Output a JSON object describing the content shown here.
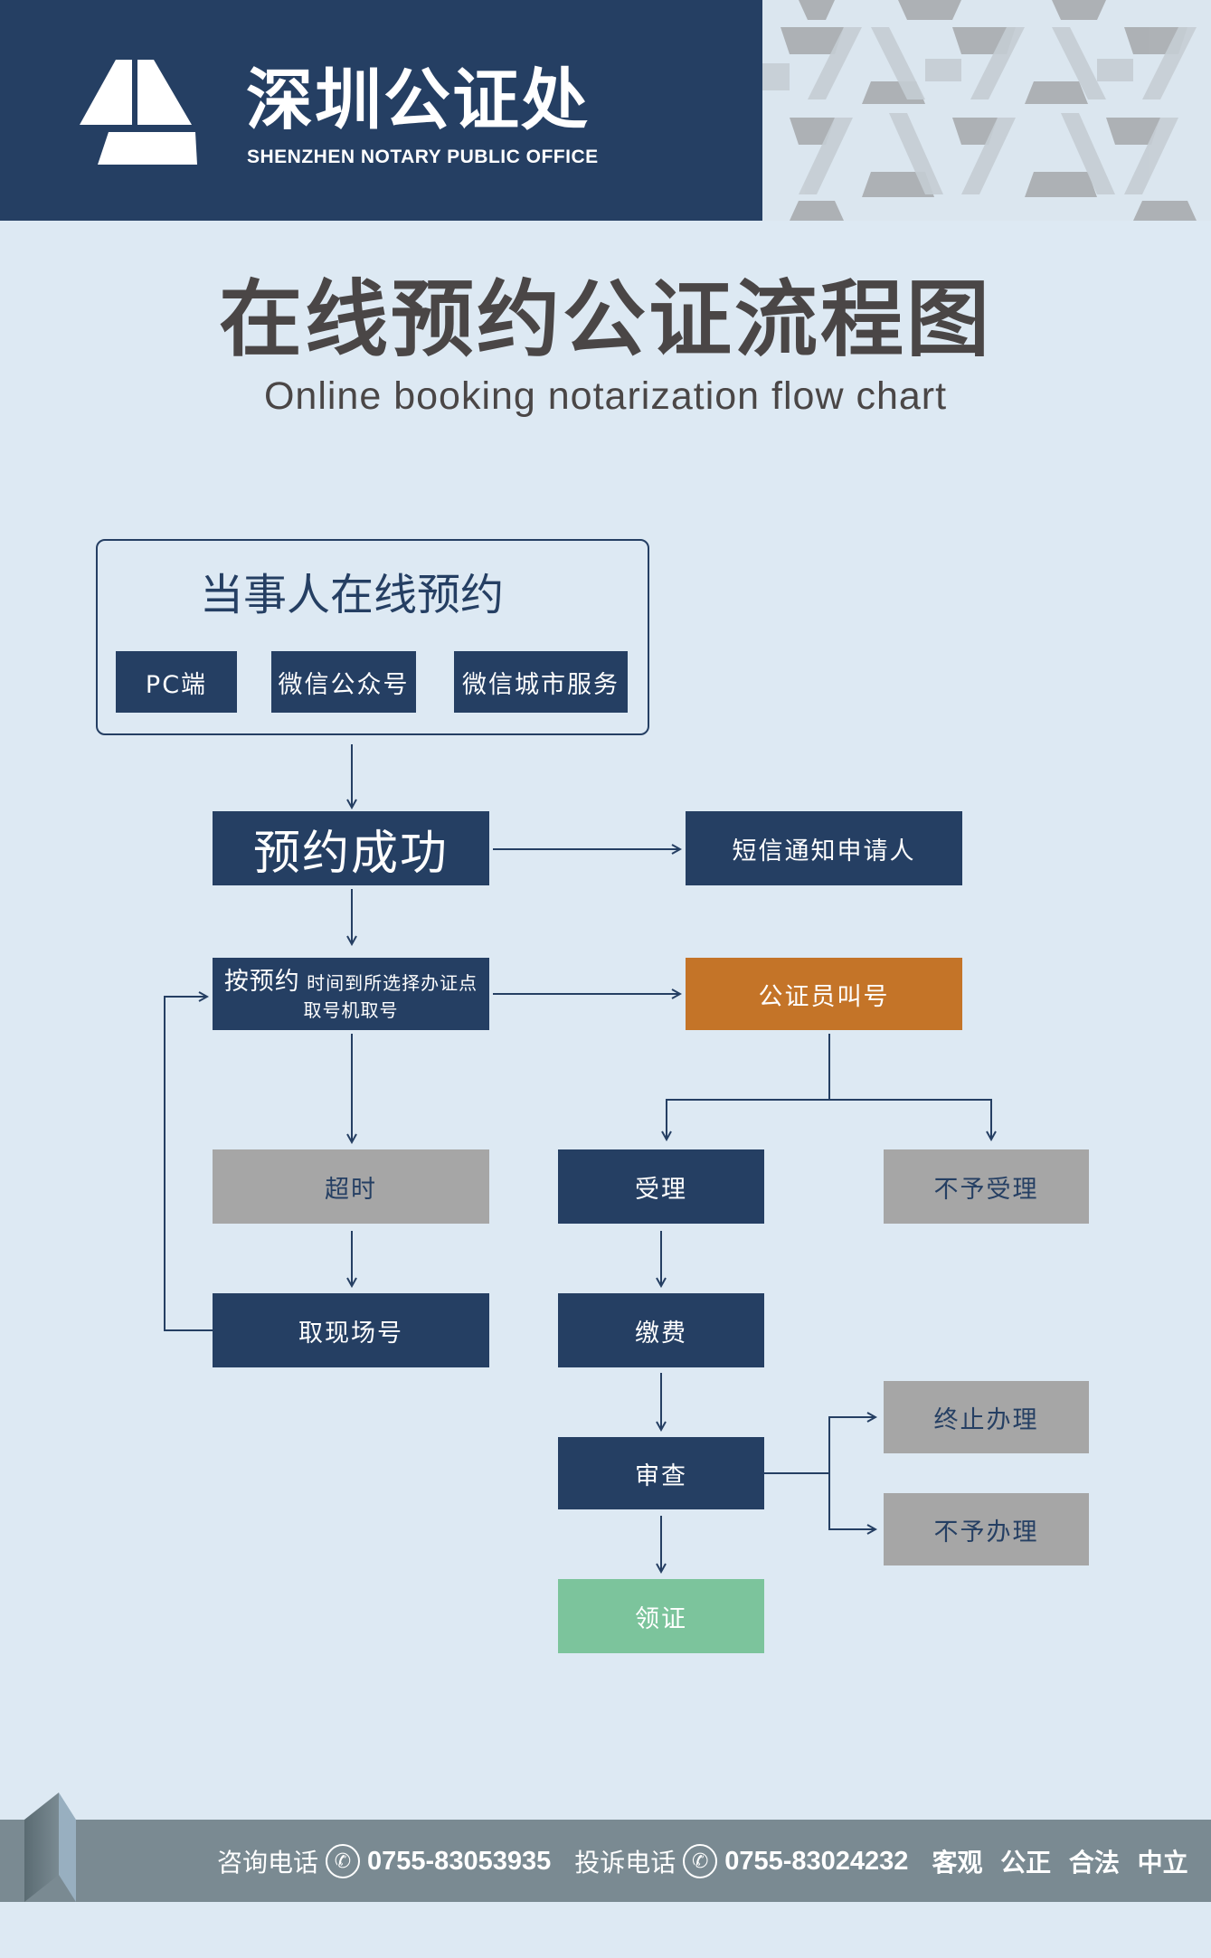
{
  "header": {
    "org_name": "深圳公证处",
    "org_name_en": "SHENZHEN NOTARY PUBLIC OFFICE"
  },
  "title": "在线预约公证流程图",
  "subtitle": "Online booking notarization flow chart",
  "booking": {
    "title": "当事人在线预约",
    "channels": [
      "PC端",
      "微信公众号",
      "微信城市服务"
    ]
  },
  "steps": {
    "success": "预约成功",
    "sms": "短信通知申请人",
    "ticket_prefix": "按预约",
    "ticket_line1": "时间到所选择办证点",
    "ticket_line2": "取号机取号",
    "call": "公证员叫号",
    "timeout": "超时",
    "onsite": "取现场号",
    "accept": "受理",
    "reject": "不予受理",
    "pay": "缴费",
    "review": "审查",
    "terminate": "终止办理",
    "deny": "不予办理",
    "certificate": "领证"
  },
  "footer": {
    "consult_label": "咨询电话",
    "consult_phone": "0755-83053935",
    "complaint_label": "投诉电话",
    "complaint_phone": "0755-83024232",
    "motto": "客观 公正 合法 中立"
  },
  "colors": {
    "navy": "#253f63",
    "orange": "#c47428",
    "gray": "#a6a6a6",
    "green": "#7cc49c",
    "background": "#dde9f3"
  }
}
